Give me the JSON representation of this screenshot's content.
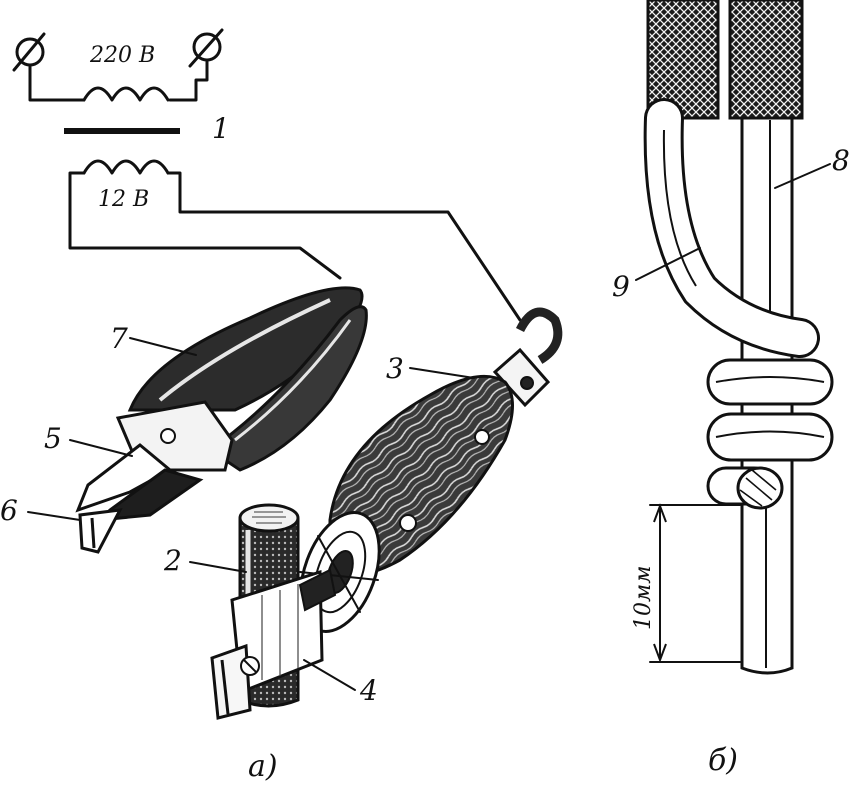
{
  "circuit": {
    "primary_voltage": "220 В",
    "secondary_voltage": "12 В"
  },
  "callouts": {
    "c1": "1",
    "c2": "2",
    "c3": "3",
    "c4": "4",
    "c5": "5",
    "c6": "6",
    "c7": "7",
    "c8": "8",
    "c9": "9"
  },
  "dimension": {
    "value": "10мм"
  },
  "captions": {
    "a": "а)",
    "b": "б)"
  }
}
